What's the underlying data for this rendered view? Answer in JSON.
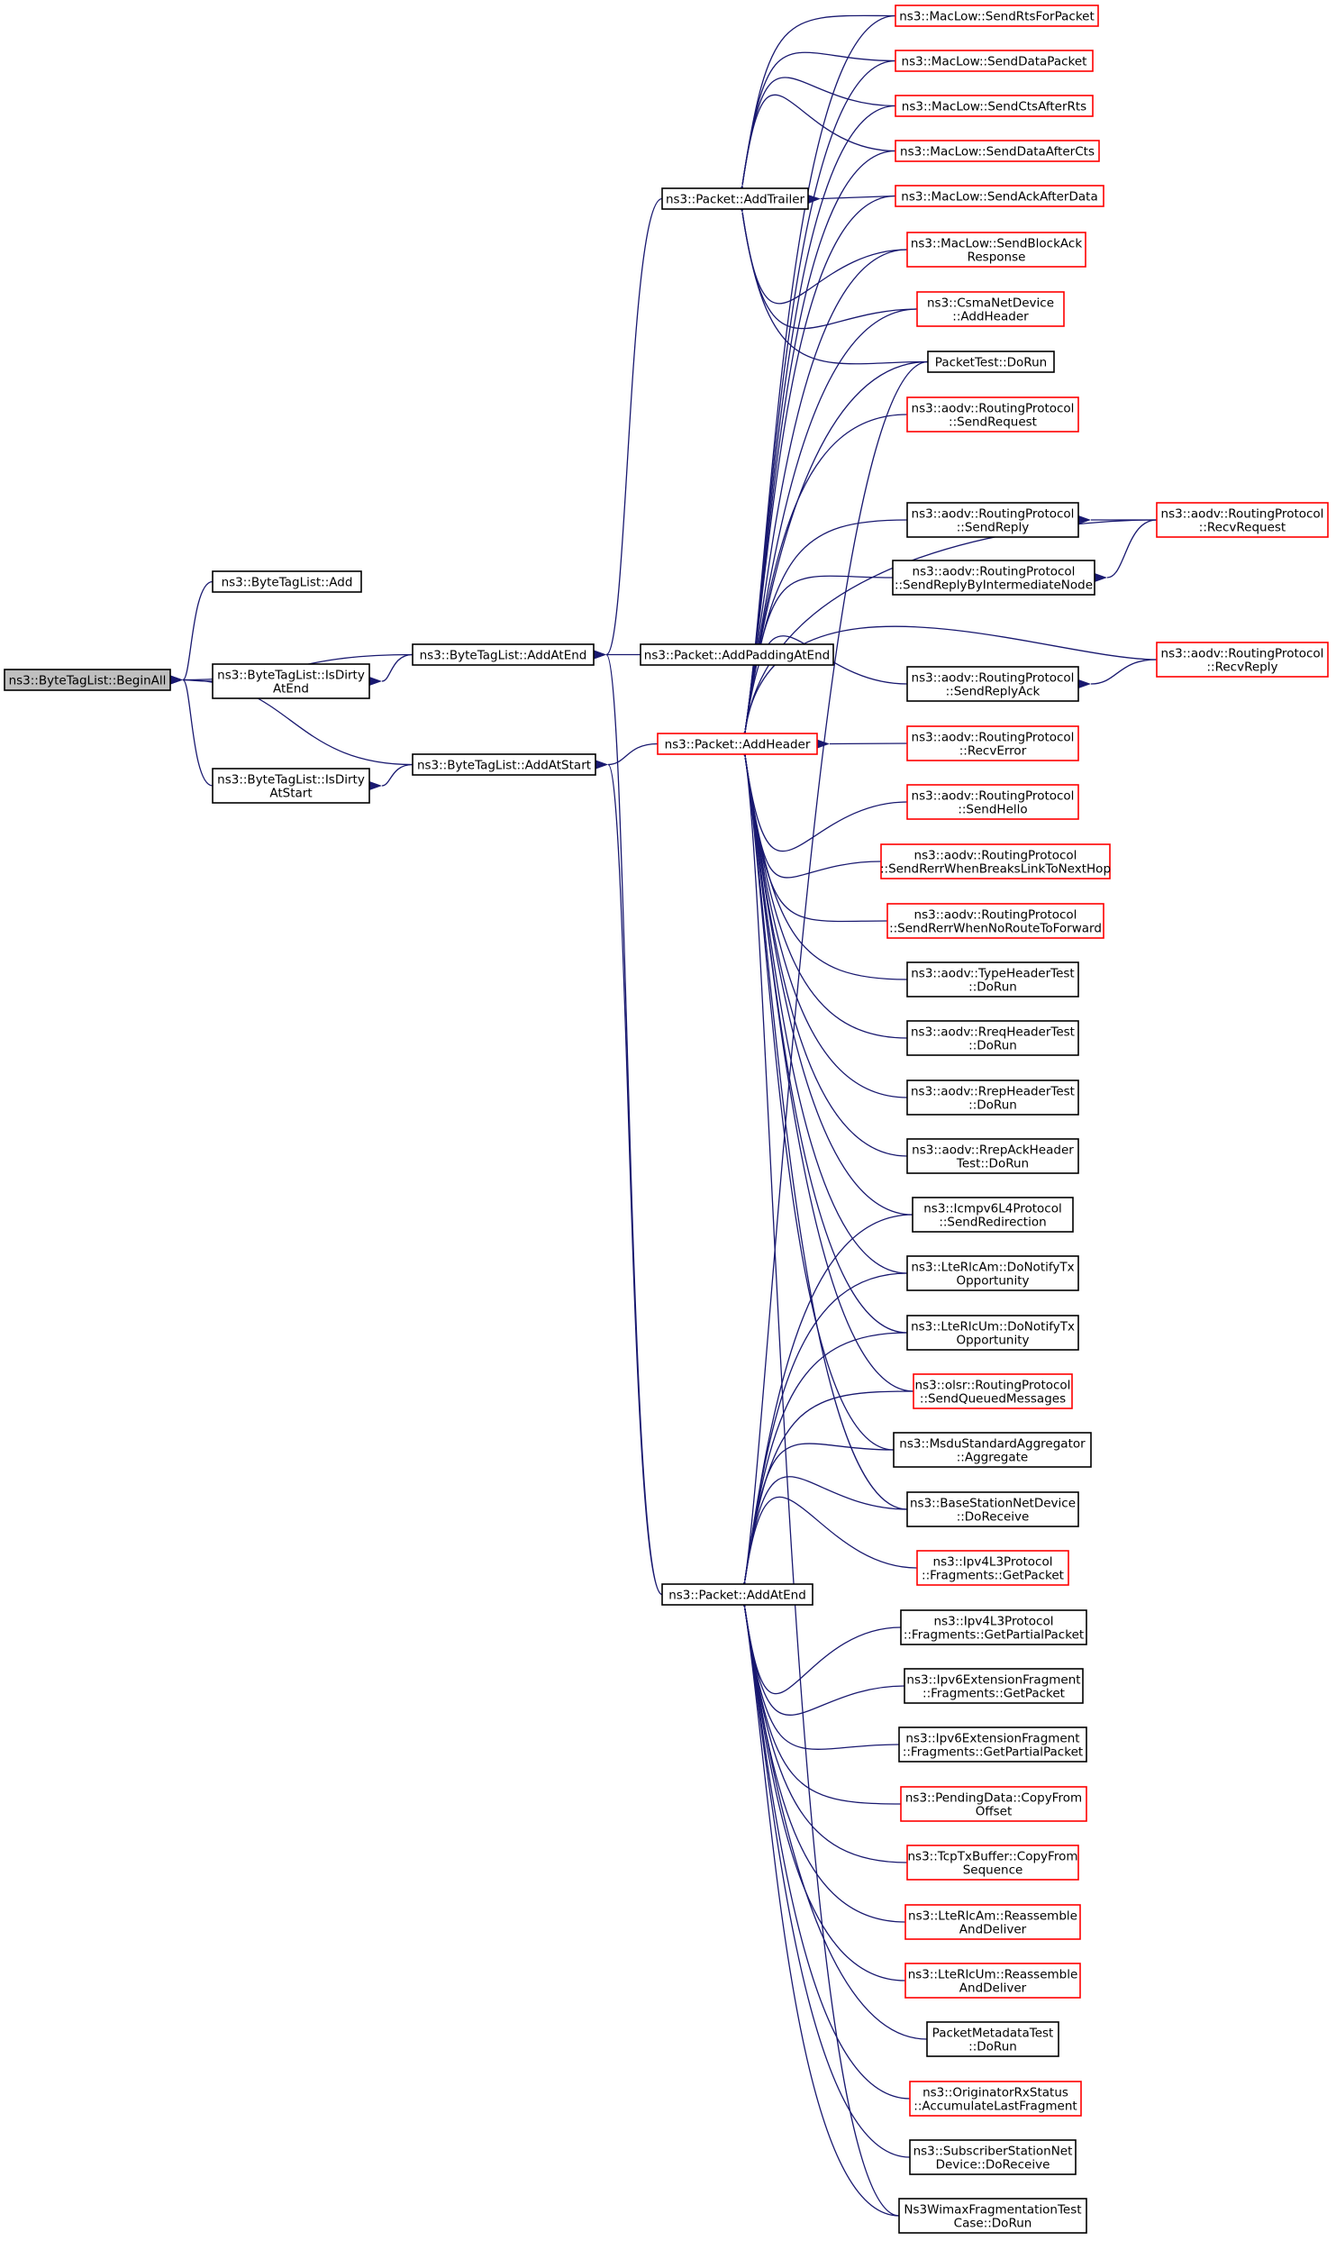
{
  "colors": {
    "edge": "#191970",
    "border": "#000000",
    "border_truncated": "#ff0000",
    "root_fill": "#bfbfbf",
    "node_fill": "#ffffff"
  },
  "nodes": [
    {
      "id": "n0",
      "lines": [
        "ns3::ByteTagList::BeginAll"
      ],
      "border": "root"
    },
    {
      "id": "n1",
      "lines": [
        "ns3::ByteTagList::Add"
      ],
      "border": "black"
    },
    {
      "id": "n2",
      "lines": [
        "ns3::ByteTagList::IsDirty",
        "AtEnd"
      ],
      "border": "black"
    },
    {
      "id": "n3",
      "lines": [
        "ns3::ByteTagList::IsDirty",
        "AtStart"
      ],
      "border": "black"
    },
    {
      "id": "n4",
      "lines": [
        "ns3::ByteTagList::AddAtEnd"
      ],
      "border": "black"
    },
    {
      "id": "n5",
      "lines": [
        "ns3::ByteTagList::AddAtStart"
      ],
      "border": "black"
    },
    {
      "id": "n6",
      "lines": [
        "ns3::Packet::AddTrailer"
      ],
      "border": "black"
    },
    {
      "id": "n7",
      "lines": [
        "ns3::Packet::AddPaddingAtEnd"
      ],
      "border": "black"
    },
    {
      "id": "n8",
      "lines": [
        "ns3::Packet::AddHeader"
      ],
      "border": "red"
    },
    {
      "id": "n9",
      "lines": [
        "ns3::Packet::AddAtEnd"
      ],
      "border": "black"
    },
    {
      "id": "t0",
      "lines": [
        "ns3::MacLow::SendRtsForPacket"
      ],
      "border": "red"
    },
    {
      "id": "t1",
      "lines": [
        "ns3::MacLow::SendDataPacket"
      ],
      "border": "red"
    },
    {
      "id": "t2",
      "lines": [
        "ns3::MacLow::SendCtsAfterRts"
      ],
      "border": "red"
    },
    {
      "id": "t3",
      "lines": [
        "ns3::MacLow::SendDataAfterCts"
      ],
      "border": "red"
    },
    {
      "id": "t4",
      "lines": [
        "ns3::MacLow::SendAckAfterData"
      ],
      "border": "red"
    },
    {
      "id": "t5",
      "lines": [
        "ns3::MacLow::SendBlockAck",
        "Response"
      ],
      "border": "red"
    },
    {
      "id": "t6",
      "lines": [
        "ns3::CsmaNetDevice",
        "::AddHeader"
      ],
      "border": "red"
    },
    {
      "id": "t7",
      "lines": [
        "PacketTest::DoRun"
      ],
      "border": "black"
    },
    {
      "id": "h0",
      "lines": [
        "ns3::aodv::RoutingProtocol",
        "::SendRequest"
      ],
      "border": "red"
    },
    {
      "id": "h1",
      "lines": [
        "ns3::aodv::RoutingProtocol",
        "::SendReply"
      ],
      "border": "black"
    },
    {
      "id": "h2",
      "lines": [
        "ns3::aodv::RoutingProtocol",
        "::SendReplyByIntermediateNode"
      ],
      "border": "black"
    },
    {
      "id": "h3",
      "lines": [
        "ns3::aodv::RoutingProtocol",
        "::SendReplyAck"
      ],
      "border": "black"
    },
    {
      "id": "h4",
      "lines": [
        "ns3::aodv::RoutingProtocol",
        "::RecvError"
      ],
      "border": "red"
    },
    {
      "id": "h5",
      "lines": [
        "ns3::aodv::RoutingProtocol",
        "::SendHello"
      ],
      "border": "red"
    },
    {
      "id": "h6",
      "lines": [
        "ns3::aodv::RoutingProtocol",
        "::SendRerrWhenBreaksLinkToNextHop"
      ],
      "border": "red"
    },
    {
      "id": "h7",
      "lines": [
        "ns3::aodv::RoutingProtocol",
        "::SendRerrWhenNoRouteToForward"
      ],
      "border": "red"
    },
    {
      "id": "h8",
      "lines": [
        "ns3::aodv::TypeHeaderTest",
        "::DoRun"
      ],
      "border": "black"
    },
    {
      "id": "h9",
      "lines": [
        "ns3::aodv::RreqHeaderTest",
        "::DoRun"
      ],
      "border": "black"
    },
    {
      "id": "h10",
      "lines": [
        "ns3::aodv::RrepHeaderTest",
        "::DoRun"
      ],
      "border": "black"
    },
    {
      "id": "h11",
      "lines": [
        "ns3::aodv::RrepAckHeader",
        "Test::DoRun"
      ],
      "border": "black"
    },
    {
      "id": "h12",
      "lines": [
        "ns3::Icmpv6L4Protocol",
        "::SendRedirection"
      ],
      "border": "black"
    },
    {
      "id": "h13",
      "lines": [
        "ns3::LteRlcAm::DoNotifyTx",
        "Opportunity"
      ],
      "border": "black"
    },
    {
      "id": "h14",
      "lines": [
        "ns3::LteRlcUm::DoNotifyTx",
        "Opportunity"
      ],
      "border": "black"
    },
    {
      "id": "h15",
      "lines": [
        "ns3::olsr::RoutingProtocol",
        "::SendQueuedMessages"
      ],
      "border": "red"
    },
    {
      "id": "h16",
      "lines": [
        "ns3::MsduStandardAggregator",
        "::Aggregate"
      ],
      "border": "black"
    },
    {
      "id": "h17",
      "lines": [
        "ns3::BaseStationNetDevice",
        "::DoReceive"
      ],
      "border": "black"
    },
    {
      "id": "r0",
      "lines": [
        "ns3::aodv::RoutingProtocol",
        "::RecvRequest"
      ],
      "border": "red"
    },
    {
      "id": "r1",
      "lines": [
        "ns3::aodv::RoutingProtocol",
        "::RecvReply"
      ],
      "border": "red"
    },
    {
      "id": "e0",
      "lines": [
        "ns3::Ipv4L3Protocol",
        "::Fragments::GetPacket"
      ],
      "border": "red"
    },
    {
      "id": "e1",
      "lines": [
        "ns3::Ipv4L3Protocol",
        "::Fragments::GetPartialPacket"
      ],
      "border": "black"
    },
    {
      "id": "e2",
      "lines": [
        "ns3::Ipv6ExtensionFragment",
        "::Fragments::GetPacket"
      ],
      "border": "black"
    },
    {
      "id": "e3",
      "lines": [
        "ns3::Ipv6ExtensionFragment",
        "::Fragments::GetPartialPacket"
      ],
      "border": "black"
    },
    {
      "id": "e4",
      "lines": [
        "ns3::PendingData::CopyFrom",
        "Offset"
      ],
      "border": "red"
    },
    {
      "id": "e5",
      "lines": [
        "ns3::TcpTxBuffer::CopyFrom",
        "Sequence"
      ],
      "border": "red"
    },
    {
      "id": "e6",
      "lines": [
        "ns3::LteRlcAm::Reassemble",
        "AndDeliver"
      ],
      "border": "red"
    },
    {
      "id": "e7",
      "lines": [
        "ns3::LteRlcUm::Reassemble",
        "AndDeliver"
      ],
      "border": "red"
    },
    {
      "id": "e8",
      "lines": [
        "PacketMetadataTest",
        "::DoRun"
      ],
      "border": "black"
    },
    {
      "id": "e9",
      "lines": [
        "ns3::OriginatorRxStatus",
        "::AccumulateLastFragment"
      ],
      "border": "red"
    },
    {
      "id": "e10",
      "lines": [
        "ns3::SubscriberStationNet",
        "Device::DoReceive"
      ],
      "border": "black"
    },
    {
      "id": "e11",
      "lines": [
        "Ns3WimaxFragmentationTest",
        "Case::DoRun"
      ],
      "border": "black"
    }
  ],
  "edges": [
    [
      "n1",
      "n0"
    ],
    [
      "n2",
      "n0"
    ],
    [
      "n3",
      "n0"
    ],
    [
      "n4",
      "n0"
    ],
    [
      "n5",
      "n0"
    ],
    [
      "n4",
      "n2"
    ],
    [
      "n5",
      "n3"
    ],
    [
      "n6",
      "n4"
    ],
    [
      "n7",
      "n4"
    ],
    [
      "n9",
      "n4"
    ],
    [
      "n8",
      "n5"
    ],
    [
      "n9",
      "n5"
    ],
    [
      "t0",
      "n6"
    ],
    [
      "t1",
      "n6"
    ],
    [
      "t2",
      "n6"
    ],
    [
      "t3",
      "n6"
    ],
    [
      "t4",
      "n6"
    ],
    [
      "t5",
      "n6"
    ],
    [
      "t6",
      "n6"
    ],
    [
      "t7",
      "n6"
    ],
    [
      "t0",
      "n8"
    ],
    [
      "t1",
      "n8"
    ],
    [
      "t2",
      "n8"
    ],
    [
      "t3",
      "n8"
    ],
    [
      "t4",
      "n8"
    ],
    [
      "t5",
      "n8"
    ],
    [
      "t6",
      "n8"
    ],
    [
      "t7",
      "n8"
    ],
    [
      "h0",
      "n8"
    ],
    [
      "h1",
      "n8"
    ],
    [
      "h2",
      "n8"
    ],
    [
      "h3",
      "n8"
    ],
    [
      "h4",
      "n8"
    ],
    [
      "h5",
      "n8"
    ],
    [
      "h6",
      "n8"
    ],
    [
      "h7",
      "n8"
    ],
    [
      "h8",
      "n8"
    ],
    [
      "h9",
      "n8"
    ],
    [
      "h10",
      "n8"
    ],
    [
      "h11",
      "n8"
    ],
    [
      "h12",
      "n8"
    ],
    [
      "h13",
      "n8"
    ],
    [
      "h14",
      "n8"
    ],
    [
      "h15",
      "n8"
    ],
    [
      "h16",
      "n8"
    ],
    [
      "h17",
      "n8"
    ],
    [
      "r0",
      "n8"
    ],
    [
      "r1",
      "n8"
    ],
    [
      "e11",
      "n8"
    ],
    [
      "r0",
      "h1"
    ],
    [
      "r0",
      "h2"
    ],
    [
      "r1",
      "h3"
    ],
    [
      "t7",
      "n9"
    ],
    [
      "h12",
      "n9"
    ],
    [
      "h13",
      "n9"
    ],
    [
      "h14",
      "n9"
    ],
    [
      "h15",
      "n9"
    ],
    [
      "h16",
      "n9"
    ],
    [
      "h17",
      "n9"
    ],
    [
      "e0",
      "n9"
    ],
    [
      "e1",
      "n9"
    ],
    [
      "e2",
      "n9"
    ],
    [
      "e3",
      "n9"
    ],
    [
      "e4",
      "n9"
    ],
    [
      "e5",
      "n9"
    ],
    [
      "e6",
      "n9"
    ],
    [
      "e7",
      "n9"
    ],
    [
      "e8",
      "n9"
    ],
    [
      "e9",
      "n9"
    ],
    [
      "e10",
      "n9"
    ],
    [
      "e11",
      "n9"
    ]
  ]
}
